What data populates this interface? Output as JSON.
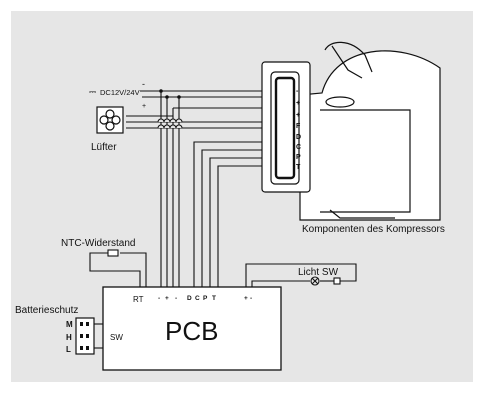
{
  "labels": {
    "supply": "DC12V/24V",
    "supply_symbol": "⎓",
    "supply_minus": "-",
    "supply_plus": "+",
    "fan": "Lüfter",
    "compressor": "Komponenten des Kompressors",
    "ntc": "NTC-Widerstand",
    "light_switch": "Licht  SW",
    "battery_protection": "Batterieschutz",
    "pcb": "PCB",
    "pcb_rt": "RT",
    "pcb_sw": "SW",
    "pcb_pins": [
      "-",
      "+",
      "-",
      "D",
      "C",
      "P",
      "T",
      "+",
      "-"
    ],
    "battery_levels": [
      "M",
      "H",
      "L"
    ],
    "compressor_terminals": [
      "-",
      "+",
      "+",
      "F",
      "D",
      "C",
      "P",
      "T"
    ]
  },
  "colors": {
    "background": "#e6e6e6",
    "line": "#111111",
    "box_fill": "#ffffff"
  }
}
